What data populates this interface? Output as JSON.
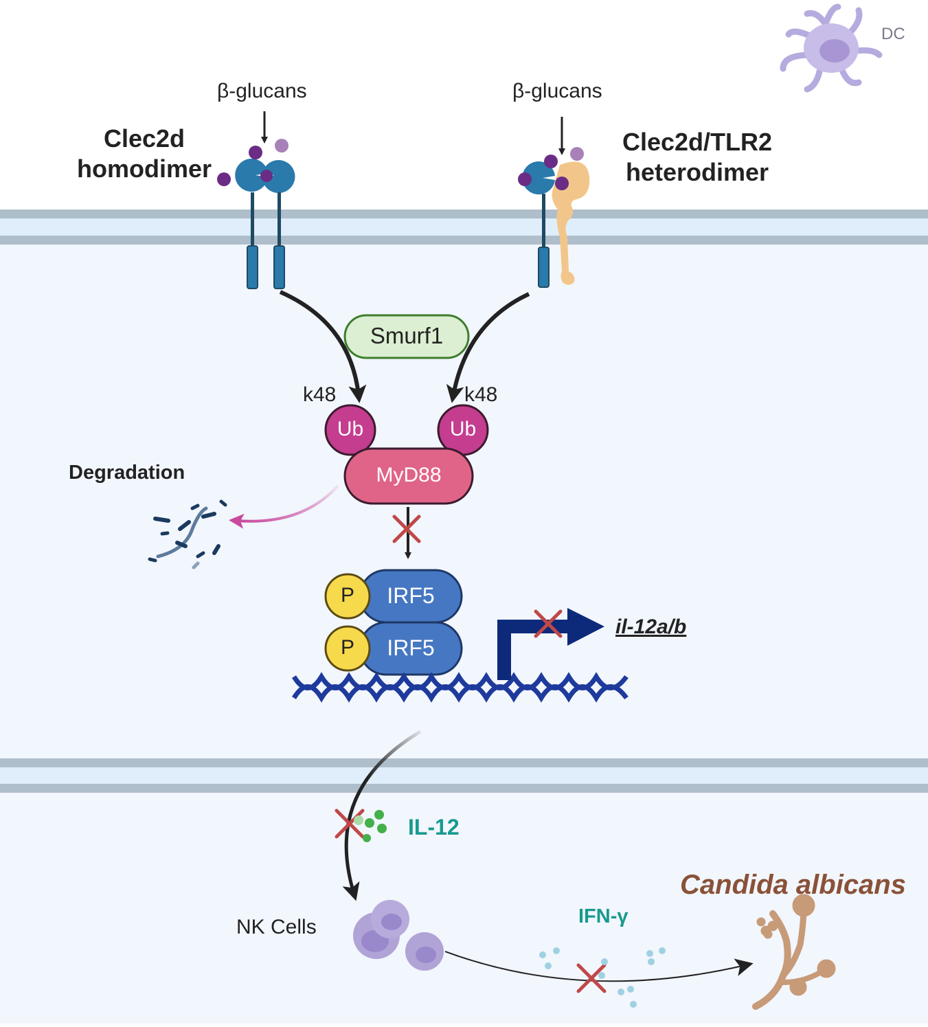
{
  "labels": {
    "dc": "DC",
    "glucans_left": "β-glucans",
    "glucans_right": "β-glucans",
    "homodimer_line1": "Clec2d",
    "homodimer_line2": "homodimer",
    "heterodimer_line1": "Clec2d/TLR2",
    "heterodimer_line2": "heterodimer",
    "smurf1": "Smurf1",
    "k48_left": "k48",
    "k48_right": "k48",
    "ub_left": "Ub",
    "ub_right": "Ub",
    "myd88": "MyD88",
    "degradation": "Degradation",
    "p_top": "P",
    "p_bottom": "P",
    "irf5_top": "IRF5",
    "irf5_bottom": "IRF5",
    "gene": "il-12a/b",
    "il12": "IL-12",
    "nk_cells": "NK Cells",
    "ifn_gamma": "IFN-γ",
    "candida": "Candida albicans"
  },
  "colors": {
    "membrane_line": "#aebecb",
    "membrane_fill": "#e0eefb",
    "cytoplasm": "#f2f6fd",
    "receptor": "#2a7aab",
    "tlr2": "#f2c68a",
    "glucan": "#6a2c85",
    "smurf1_fill": "#dcefd2",
    "smurf1_stroke": "#3e7d2c",
    "ub": "#c43d8f",
    "myd88": "#e06488",
    "irf5": "#4677c3",
    "phospho": "#f7d94c",
    "dna": "#1e3a9c",
    "inhibit_x": "#c04848",
    "il12_dots": "#44b04a",
    "ifn_dots": "#9fd1e2",
    "nk_cell": "#b0a3d6",
    "candida": "#c79a78",
    "degradation_arrow": "#c84b9e"
  }
}
